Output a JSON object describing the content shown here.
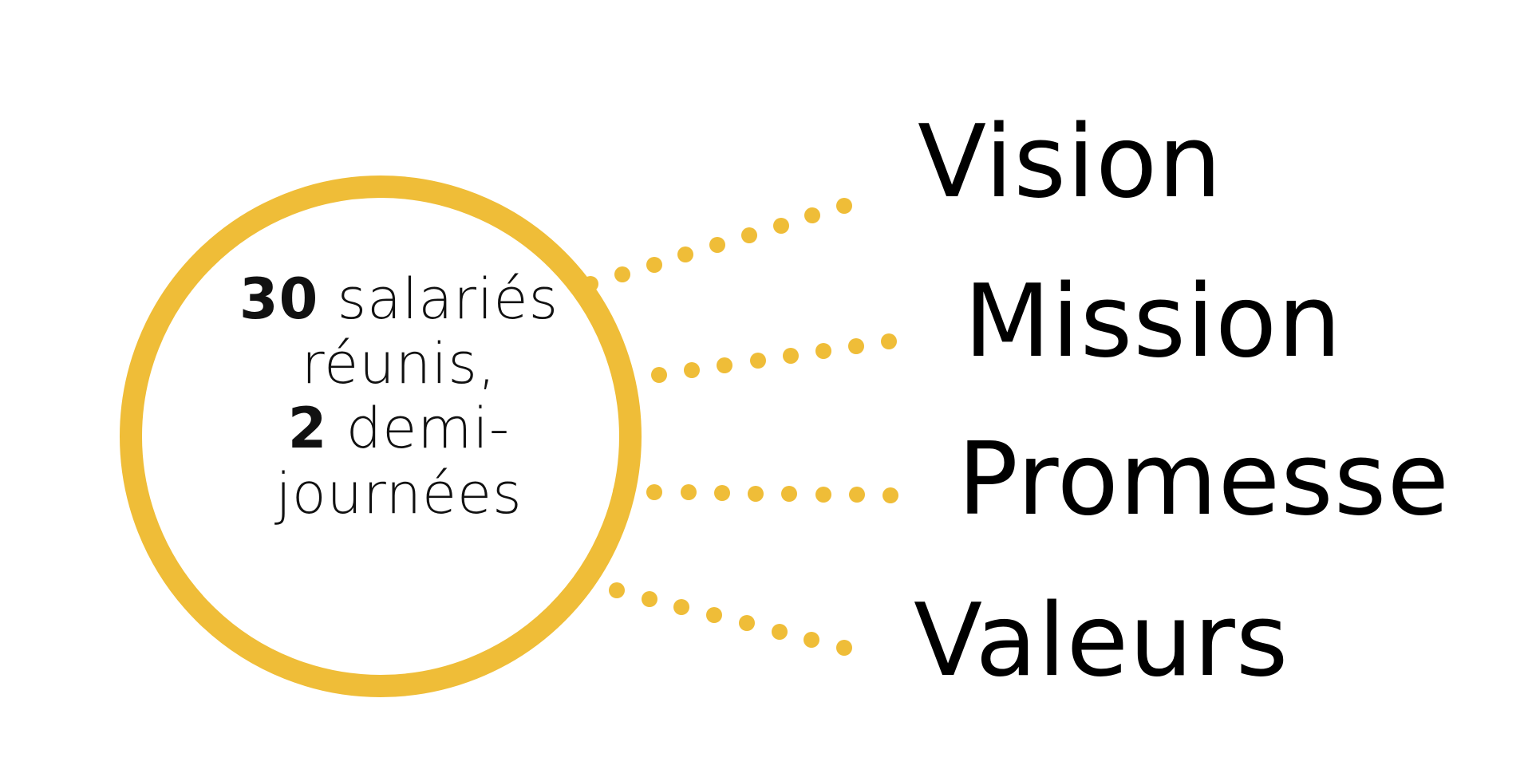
{
  "circle": {
    "line1_number": "30",
    "line1_text": "salariés",
    "line2_text": "réunis,",
    "line3_number": "2",
    "line3_text": "demi-",
    "line4_text": "journées"
  },
  "labels": [
    "Vision",
    "Mission",
    "Promesse",
    "Valeurs"
  ],
  "colors": {
    "accent": "#efbd38",
    "text": "#000000",
    "background": "#ffffff"
  }
}
